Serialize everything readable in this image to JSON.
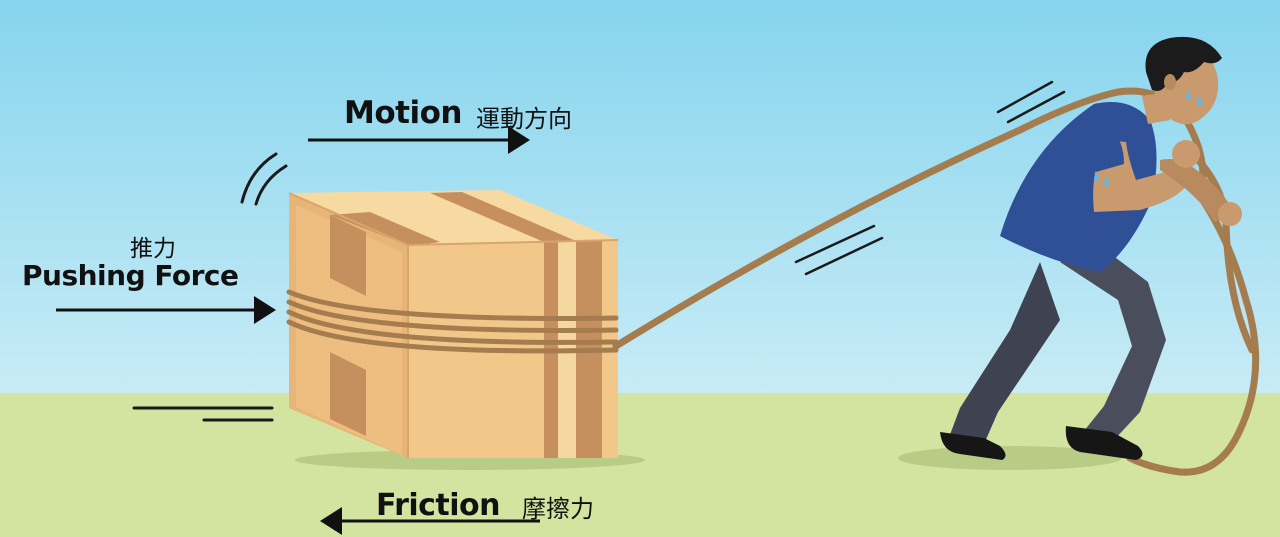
{
  "labels": {
    "motion_en": "Motion",
    "motion_zh": "運動方向",
    "pushing_en": "Pushing Force",
    "pushing_zh": "推力",
    "friction_en": "Friction",
    "friction_zh": "摩擦力"
  },
  "colors": {
    "sky_top": "#86d4ee",
    "sky_bottom": "#c9ecf6",
    "ground": "#d3e3a0",
    "box_front": "#f1c88a",
    "box_side": "#f3cd90",
    "box_top": "#f7d9a2",
    "tape": "#c68f5e",
    "rope": "#a57c4e",
    "shirt": "#2f4f96",
    "pants": "#4a4d5c",
    "skin": "#c99a6e",
    "hair": "#1b1b1b",
    "arrow": "#111111"
  }
}
